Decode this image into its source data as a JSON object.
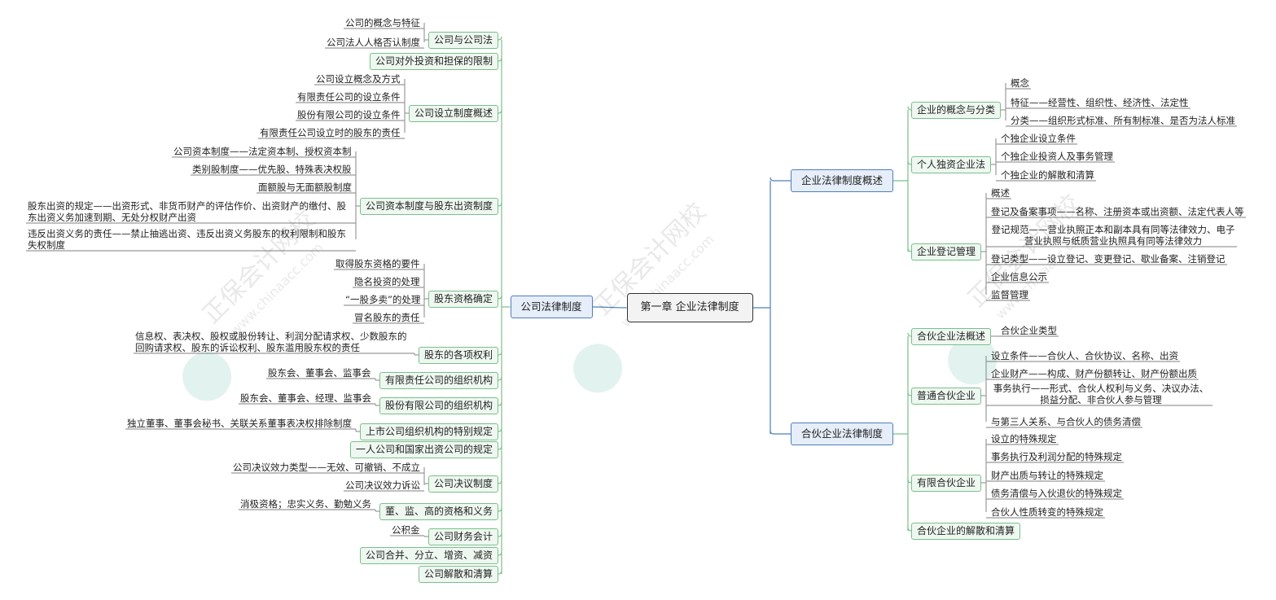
{
  "root": "第一章  企业法律制度",
  "left": {
    "label": "公司法律制度",
    "children": [
      {
        "label": "公司与公司法",
        "children": [
          "公司的概念与特征",
          "公司法人人格否认制度"
        ]
      },
      {
        "label": "公司对外投资和担保的限制",
        "children": []
      },
      {
        "label": "公司设立制度概述",
        "children": [
          "公司设立概念及方式",
          "有限责任公司的设立条件",
          "股份有限公司的设立条件",
          "有限责任公司设立时的股东的责任"
        ]
      },
      {
        "label": "公司资本制度与股东出资制度",
        "children": [
          "公司资本制度——法定资本制、授权资本制",
          "类别股制度——优先股、特殊表决权股",
          "面额股与无面额股制度",
          "股东出资的规定——出资形式、非货币财产的评估作价、出资财产的缴付、股东出资义务加速到期、无处分权财产出资",
          "违反出资义务的责任——禁止抽逃出资、违反出资义务股东的权利限制和股东失权制度"
        ]
      },
      {
        "label": "股东资格确定",
        "children": [
          "取得股东资格的要件",
          "隐名投资的处理",
          "“一股多卖”的处理",
          "冒名股东的责任"
        ]
      },
      {
        "label": "股东的各项权利",
        "children": [
          "信息权、表决权、股权或股份转让、利润分配请求权、少数股东的回购请求权、股东的诉讼权利、股东滥用股东权的责任"
        ]
      },
      {
        "label": "有限责任公司的组织机构",
        "children": [
          "股东会、董事会、监事会"
        ]
      },
      {
        "label": "股份有限公司的组织机构",
        "children": [
          "股东会、董事会、经理、监事会"
        ]
      },
      {
        "label": "上市公司组织机构的特别规定",
        "children": [
          "独立董事、董事会秘书、关联关系董事表决权排除制度"
        ]
      },
      {
        "label": "一人公司和国家出资公司的规定",
        "children": []
      },
      {
        "label": "公司决议制度",
        "children": [
          "公司决议效力类型——无效、可撤销、不成立",
          "公司决议效力诉讼"
        ]
      },
      {
        "label": "董、监、高的资格和义务",
        "children": [
          "消极资格；忠实义务、勤勉义务"
        ]
      },
      {
        "label": "公司财务会计",
        "children": [
          "公积金"
        ]
      },
      {
        "label": "公司合并、分立、增资、减资",
        "children": []
      },
      {
        "label": "公司解散和清算",
        "children": []
      }
    ]
  },
  "right": [
    {
      "label": "企业法律制度概述",
      "children": [
        {
          "label": "企业的概念与分类",
          "children": [
            "概念",
            "特征——经营性、组织性、经济性、法定性",
            "分类——组织形式标准、所有制标准、是否为法人标准"
          ]
        },
        {
          "label": "个人独资企业法",
          "children": [
            "个独企业设立条件",
            "个独企业投资人及事务管理",
            "个独企业的解散和清算"
          ]
        },
        {
          "label": "企业登记管理",
          "children": [
            "概述",
            "登记及备案事项——名称、注册资本或出资额、法定代表人等",
            "登记规范——营业执照正本和副本具有同等法律效力、电子营业执照与纸质营业执照具有同等法律效力",
            "登记类型——设立登记、变更登记、歇业备案、注销登记",
            "企业信息公示",
            "监督管理"
          ]
        }
      ]
    },
    {
      "label": "合伙企业法律制度",
      "children": [
        {
          "label": "合伙企业法概述",
          "children": [
            "合伙企业类型"
          ]
        },
        {
          "label": "普通合伙企业",
          "children": [
            "设立条件——合伙人、合伙协议、名称、出资",
            "企业财产——构成、财产份额转让、财产份额出质",
            "事务执行——形式、合伙人权利与义务、决议办法、损益分配、非合伙人参与管理",
            "与第三人关系、与合伙人的债务清偿"
          ]
        },
        {
          "label": "有限合伙企业",
          "children": [
            "设立的特殊规定",
            "事务执行及利润分配的特殊规定",
            "财产出质与转让的特殊规定",
            "债务清偿与入伙退伙的特殊规定",
            "合伙人性质转变的特殊规定"
          ]
        },
        {
          "label": "合伙企业的解散和清算",
          "children": []
        }
      ]
    }
  ],
  "watermark": {
    "brand": "正保会计网校",
    "site": "www.chinaacc.com"
  },
  "colors": {
    "green": "#7bbf8a",
    "blue": "#4f7dbd",
    "root_border": "#333333"
  }
}
